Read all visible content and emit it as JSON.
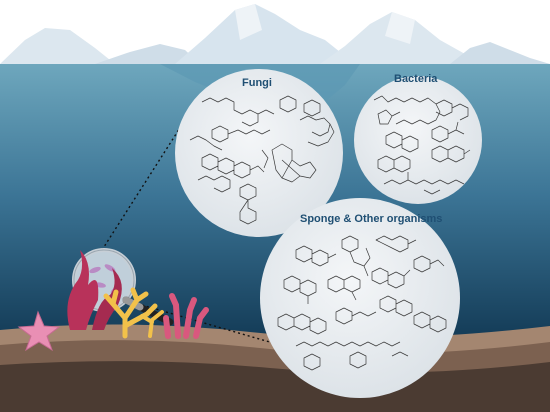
{
  "labels": {
    "fungi": "Fungi",
    "bacteria": "Bacteria",
    "sponge": "Sponge & Other organisms"
  },
  "colors": {
    "sky": "#ffffff",
    "water_top": "#6ea7bd",
    "water_bottom": "#0f3550",
    "seabed": "#8a6e5c",
    "label": "#1f4f73",
    "circle_fill": "#e9edf0"
  },
  "icons": [
    "iceberg-icon",
    "magnifying-glass-icon",
    "starfish-icon",
    "coral-icon",
    "seaweed-icon",
    "molecule-structure-icon"
  ]
}
